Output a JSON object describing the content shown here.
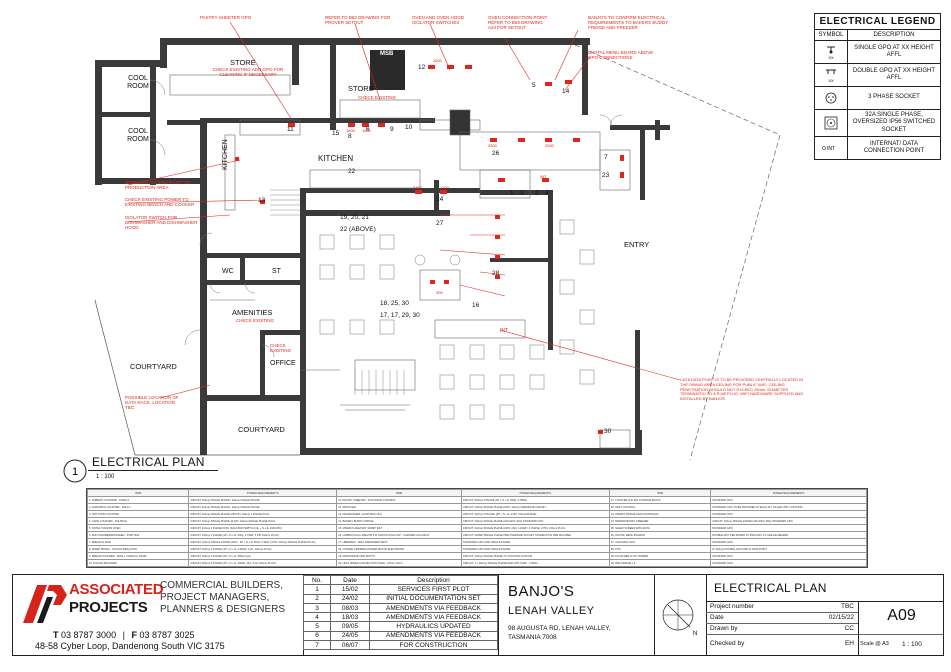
{
  "legend": {
    "title": "ELECTRICAL LEGEND",
    "col_symbol": "SYMBOL",
    "col_description": "DESCRIPTION",
    "rows": [
      {
        "symbol": "XX",
        "description": "SINGLE GPO AT XX HEIGHT AFFL",
        "icon": "single-gpo-icon"
      },
      {
        "symbol": "XX",
        "description": "DOUBLE GPO AT XX HEIGHT AFFL",
        "icon": "double-gpo-icon"
      },
      {
        "symbol": "",
        "description": "3 PHASE SOCKET",
        "icon": "three-phase-socket-icon"
      },
      {
        "symbol": "",
        "description": "32A SINGLE PHASE, OVERSIZED IP56 SWITCHED SOCKET",
        "icon": "ip56-socket-icon"
      },
      {
        "symbol": "INT",
        "description": "INTERNAT/ DATA CONNECTION POINT",
        "icon": "data-point-icon"
      }
    ]
  },
  "plan": {
    "rooms": {
      "cool_room_1": "COOL ROOM",
      "cool_room_2": "COOL ROOM",
      "store_1": "STORE",
      "store_2": "STORE",
      "msb": "MSB",
      "kitchen": "KITCHEN",
      "kitchen_side": "KITCHEN",
      "wc": "WC",
      "st": "ST",
      "amenities": "AMENITIES",
      "office": "OFFICE",
      "courtyard_1": "COURTYARD",
      "courtyard_2": "COURTYARD",
      "entry": "ENTRY"
    },
    "notes": {
      "pastry_sheeter": "PASTRY SHEETER GPO",
      "refer_b62": "REFER TO B62 DRAWING FOR PROVER SETOUT",
      "oven_hood": "OVEN AND OVEN HOOD ISOLATOR SWITCHES",
      "oven_connection": "OVEN CONNECTION POINT. REFER TO B63 DRAWING A23 FOR SETOUT",
      "banjos_confirm": "BANJO'S TO CONFIRM ELECTRICAL REQUIREMENTS TO BAKERS BUDDY, FRIDGE AND FREEZER",
      "digital_menu": "DIGITAL MENU BOARD ABOVE GPO CONNECTIONS",
      "check_existing_store": "CHECK EXISTING ADD GPO FOR CLEANING IF NECESSARY",
      "check_existing_1": "CHECK EXISTING",
      "wireless_ap": "WIRELESS ACCESS POINT TO PRODUCTION AREA",
      "check_existing_power": "CHECK EXISTING POWER TO EXISTING BENCH AND COOKER",
      "isolator_dishwasher": "ISOLATOR SWITCH FOR DISHWASHER AND DISHWASHER HOOD",
      "check_existing_amen": "CHECK EXISTING",
      "check_existing_office": "CHECK EXISTING",
      "data_rack": "POSSIBLE LOCATION OF DATA RACK. LOCATION TBC",
      "cat6": "CAT6 DATA POINT IS TO BE PROVIDED CENTRALLY LOCATED IN THE DINING AREA CEILING FOR PUBLIC WIFI. CEILING PENETRATION SHOULD NOT EXCEED 25mm. DIAMETER TERMINATED TO A RJ45 PLUG. WIFI HARDWARE SUPPLIED AND INSTALLED BY BANJOS"
    },
    "tags": [
      "11",
      "12",
      "13",
      "14",
      "15",
      "1",
      "2",
      "3",
      "4",
      "5",
      "6",
      "7",
      "8",
      "9",
      "10",
      "16",
      "17, 17, 29, 30",
      "18, 25, 30",
      "19, 20, 21",
      "22",
      "22 (ABOVE)",
      "23",
      "24",
      "26",
      "27",
      "28",
      "30",
      "INT"
    ],
    "heights": [
      "2600",
      "1800",
      "1800",
      "2400",
      "2500",
      "2500",
      "1200",
      "300",
      "INT"
    ]
  },
  "plan_title": {
    "number": "1",
    "title": "ELECTRICAL PLAN",
    "scale": "1 : 100"
  },
  "schedule": {
    "headers": [
      "ITEM",
      "POWER REQUIREMENTS",
      "ITEM",
      "POWER REQUIREMENTS",
      "ITEM",
      "POWER REQUIREMENTS"
    ],
    "rows": [
      [
        "1. AMBIENT COUNTER - 1500mm",
        "CIRCUIT: 20amp SINGLE PHASE / 10amp SINGLE PHASE",
        "11. PASTRY SHEETER - FOOTHAND CONTROL",
        "CIRCUIT: 20Amp 3 PHASE (3P + N + E, 500g, 3.75kW)",
        "21. TOASTER & SLICE STORAGE BLACK",
        "STANDARD GPO"
      ],
      [
        "2. SANDWICH COUNTER - 900mm",
        "CIRCUIT: 20amp SINGLE PHASE / 10amp SINGLE PHASE",
        "12. PROOVER",
        "CIRCUIT: 10Amp SINGLE PHASE (240V, 10Amp) SEPARATE CIRCUIT",
        "22. PEST CONTROL",
        "STANDARD GPO TO BE PROVIDED AT EACH FLY KILLER UNIT LOCATION"
      ],
      [
        "3. HOT FOOD COUNTER",
        "CIRCUIT: 20amp SINGLE PHASE CIRCUIT, 32amp 3 PHASE PLUG",
        "13. DISHWASHER, HOODTECH 4LS",
        "CIRCUIT: 32Amp 3 PHASE, (3P + N + E, 415V, 16amp/PHASE)",
        "23. DRINKS FRIDGE AND COURTESAN",
        "STANDARD GPO"
      ],
      [
        "4. CAKE COUNTER - KOLTECH",
        "CIRCUIT: 20amp SINGLE PHASE 10 kW / 10amp SINGLE PHASE PLUG",
        "14. BAKERY BUDDY FRIDGE",
        "CIRCUIT: 20Amp SINGLE PHASE (220-240V, 90A) STANDARD GPO",
        "24. BAKERS BUDDY FREEZER",
        "CIRCUIT: 20Amp SINGLE PHASE (220-240V, 90A) STANDARD GPO"
      ],
      [
        "5. ROTEL 5 RACKS OVEN",
        "CIRCUIT: 32Amp 3 PHASE WITH ISOLATION SWITCH (3p + N + E, 400/415V)",
        "15. MIXER PLANETARY 30AMP 20LT",
        "CIRCUIT: 20Amp SINGLE PHASE (230V, 20A) 1-10kW / 4 PHASE, 2 PIN, 10Amp PLUG",
        "25. SLEEP SCREEN WITH DATA",
        "STANDARD GPO"
      ],
      [
        "6. BUN STEAMER/ROUNDER - FORTUNA",
        "CIRCUIT: 20Amp 3 PHASE (3P + N + E, 500g, 3.75kW, 4 PIN 10Amp PLUG)",
        "16. LAMBOOGOO LINEA PB 2 W GROUP HIGH CUP - CHROME COLOUR-D",
        "CIRCUIT: 20AMP SINGLE PHASE PRE OVERSIZE SOCKET CONNECTION PER MACHINE",
        "26. DIGITAL MENU BOARDS",
        "DOUBLE GPO PER BOARD AT 2500 AFFL TO CEILING BEHIND"
      ],
      [
        "7. BREAD SLICER",
        "CIRCUIT: 16Amp SINGLE PHASE (220V - 3P + N + E, 50Hz, 0.5kW, 3 PIN / 10Amp SINGLE PHASE PLUG)",
        "17. UBERMILK - MILK DISPENSER SETS",
        "STANDARD GPO 100H SINGLE PHASE",
        "27. CLEANING GPO",
        "STANDARD GPO"
      ],
      [
        "8. MIXER SPIRAL - DOUGH 300kg WITH",
        "CIRCUIT: 20Amp 3 PHASE (3P + N + E, 0.25kW, 4 pin, 10Amp PLUG)",
        "18. COFFEE GRINDER MAZZER MAJOR ELECTRONIC",
        "STANDARD GPO 100H SINGLE PHASE",
        "28. POS",
        "2x 10Amp DOUBLE GPO AND 2x DATA POINT"
      ],
      [
        "9. BREAD MOULDER - SMALL / MANUAL VS453",
        "CIRCUIT: 20Amp 3 PHASE (3P + N + E, 500w) 4-pin",
        "19. MICROWAVE 1500 WATTS",
        "CIRCUIT: 10Amp SINGLE PHASE TO TOASTING STATION",
        "29. PLUGFREE AUTO TAMPER",
        "STANDARD GPO"
      ],
      [
        "10. DOUGH MOULDER",
        "CIRCUIT: 20Amp 3 PHASE (3P + N + E, 1000w, 14A, 4 pin 10Amp PLUG)",
        "20. HIGH SPEED CONVECTION OVEN - ATOLL VOLO",
        "CIRCUIT: 1 x 16Amp SINGLE PHASE PER UNIT (230V - 3.6kW)",
        "30. BAR FRIDGE x 2",
        "STANDARD GPO"
      ]
    ]
  },
  "title_block": {
    "company_line1": "ASSOCIATED",
    "company_line2": "PROJECTS",
    "tagline_1": "COMMERCIAL BUILDERS,",
    "tagline_2": "PROJECT MANAGERS,",
    "tagline_3": "PLANNERS & DESIGNERS",
    "phone_label": "T",
    "phone": "03 8787 3000",
    "fax_label": "F",
    "fax": "03 8787 3025",
    "address": "48-58 Cyber Loop, Dandenong South VIC 3175",
    "revisions_headers": [
      "No.",
      "Date",
      "Description"
    ],
    "revisions": [
      [
        "1",
        "15/02",
        "SERVICES FIRST PLOT"
      ],
      [
        "2",
        "24/02",
        "INITIAL DOCUMENTATION SET"
      ],
      [
        "3",
        "08/03",
        "AMENDMENTS VIA FEEDBACK"
      ],
      [
        "4",
        "18/03",
        "AMENDMENTS VIA FEEDBACK"
      ],
      [
        "5",
        "09/05",
        "HYDRAULICS UPDATED"
      ],
      [
        "6",
        "24/05",
        "AMENDMENTS VIA FEEDBACK"
      ],
      [
        "7",
        "06/07",
        "FOR CONSTRUCTION"
      ]
    ],
    "project_name": "BANJO'S",
    "project_location": "LENAH VALLEY",
    "project_address_1": "98 AUGUSTA RD, LENAH VALLEY,",
    "project_address_2": "TASMANIA 7008",
    "north": "N",
    "sheet_title": "ELECTRICAL PLAN",
    "project_number_label": "Project number",
    "project_number": "TBC",
    "date_label": "Date",
    "date": "02/15/22",
    "drawn_label": "Drawn by",
    "drawn_by": "CC",
    "checked_label": "Checked by",
    "checked_by": "EH",
    "sheet_number": "A09",
    "scale_label": "Scale @ A3",
    "scale": "1 : 100"
  }
}
